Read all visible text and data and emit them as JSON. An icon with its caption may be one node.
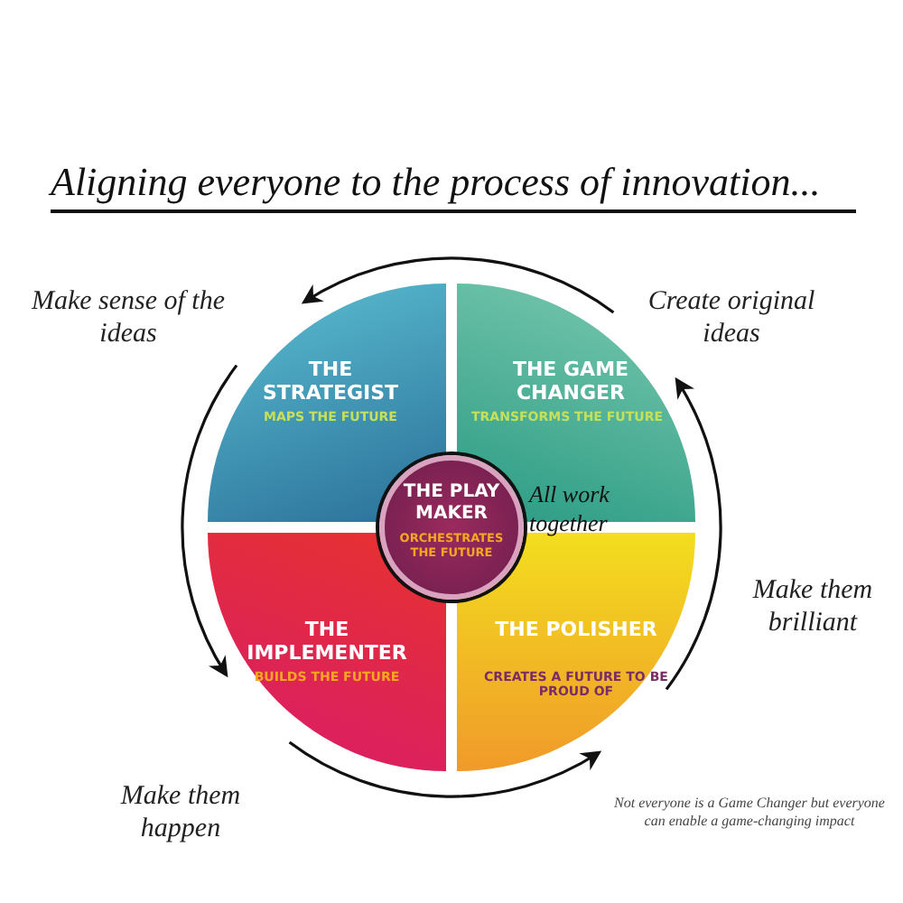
{
  "diagram": {
    "title": "Aligning everyone to the process of innovation...",
    "nodes": [
      {
        "text": [
          "THE STRATEGIST",
          "MAPS THE FUTURE"
        ],
        "beside": [
          "Make sense of the ideas"
        ]
      },
      {
        "text": [
          "THE GAME CHANGER",
          "TRANSFORMS THE FUTURE"
        ],
        "beside": [
          "Create original ideas"
        ]
      },
      {
        "text": [
          "THE PLAY MAKER",
          "ORCHESTRATES THE FUTURE"
        ],
        "beside": [
          "All work together"
        ]
      },
      {
        "text": [
          "THE IMPLEMENTER",
          "BUILDS THE FUTURE"
        ],
        "beside": [
          "Make them happen"
        ]
      },
      {
        "text": [
          "THE POLISHER",
          "CREATES A FUTURE TO BE PROUD OF"
        ],
        "beside": [
          "Make them brilliant"
        ]
      }
    ],
    "edges": [
      {
        "from": 1,
        "to": 0,
        "arrow": "to"
      },
      {
        "from": 0,
        "to": 3,
        "arrow": "to"
      },
      {
        "from": 3,
        "to": 4,
        "arrow": "to"
      },
      {
        "from": 4,
        "to": 1,
        "arrow": "to"
      }
    ],
    "labels": [
      "Not everyone is a Game Changer but everyone can enable a game-changing impact"
    ]
  }
}
